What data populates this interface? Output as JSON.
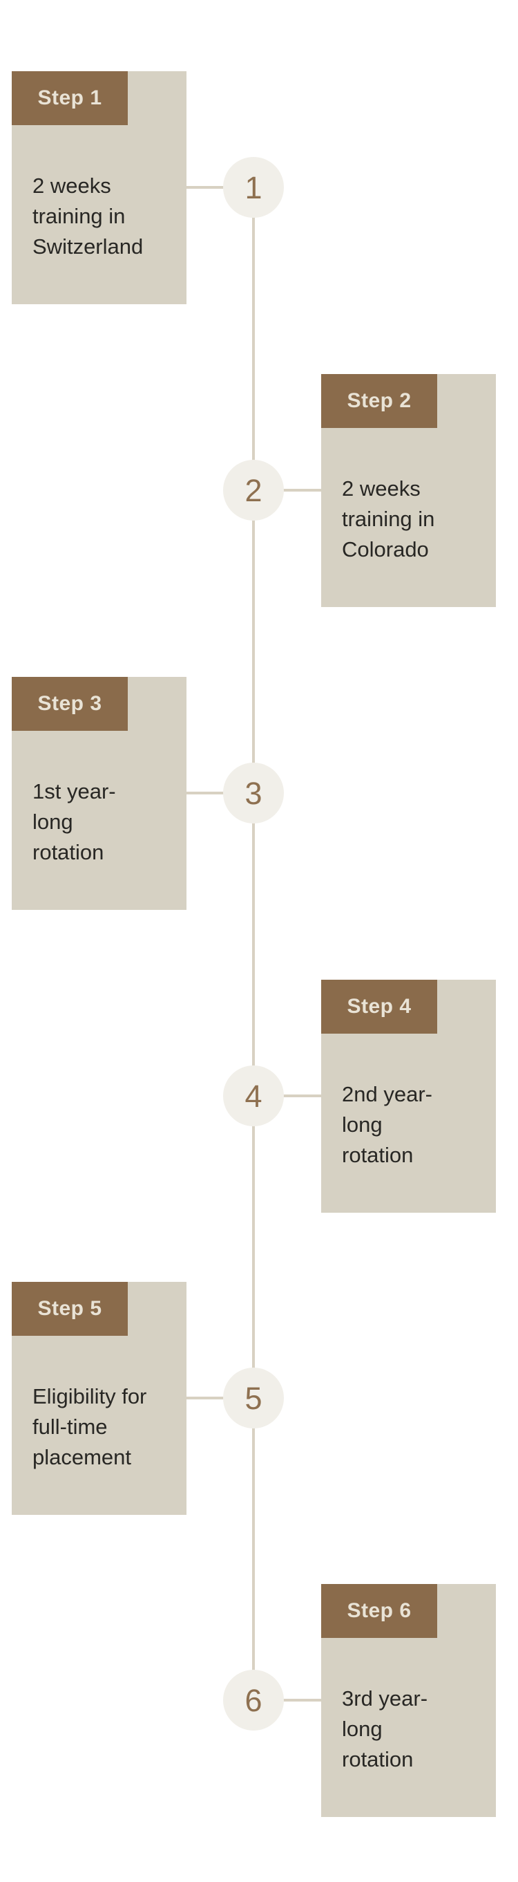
{
  "colors": {
    "page_bg": "#ffffff",
    "header_bg": "#8a6b4b",
    "header_text": "#e9e3d6",
    "card_bg": "#d6d1c3",
    "circle_bg": "#f1efe9",
    "number_text": "#8e7050",
    "line": "#d8d1c2",
    "body_text": "#282724"
  },
  "timeline": {
    "steps": [
      {
        "label": "Step 1",
        "number": "1",
        "side": "left",
        "description": "2 weeks\ntraining in\nSwitzerland"
      },
      {
        "label": "Step 2",
        "number": "2",
        "side": "right",
        "description": "2 weeks\ntraining in\nColorado"
      },
      {
        "label": "Step 3",
        "number": "3",
        "side": "left",
        "description": "1st year-\nlong\nrotation"
      },
      {
        "label": "Step 4",
        "number": "4",
        "side": "right",
        "description": "2nd year-\nlong\nrotation"
      },
      {
        "label": "Step 5",
        "number": "5",
        "side": "left",
        "description": "Eligibility for\nfull-time\nplacement"
      },
      {
        "label": "Step 6",
        "number": "6",
        "side": "right",
        "description": "3rd year-\nlong\nrotation"
      }
    ]
  }
}
